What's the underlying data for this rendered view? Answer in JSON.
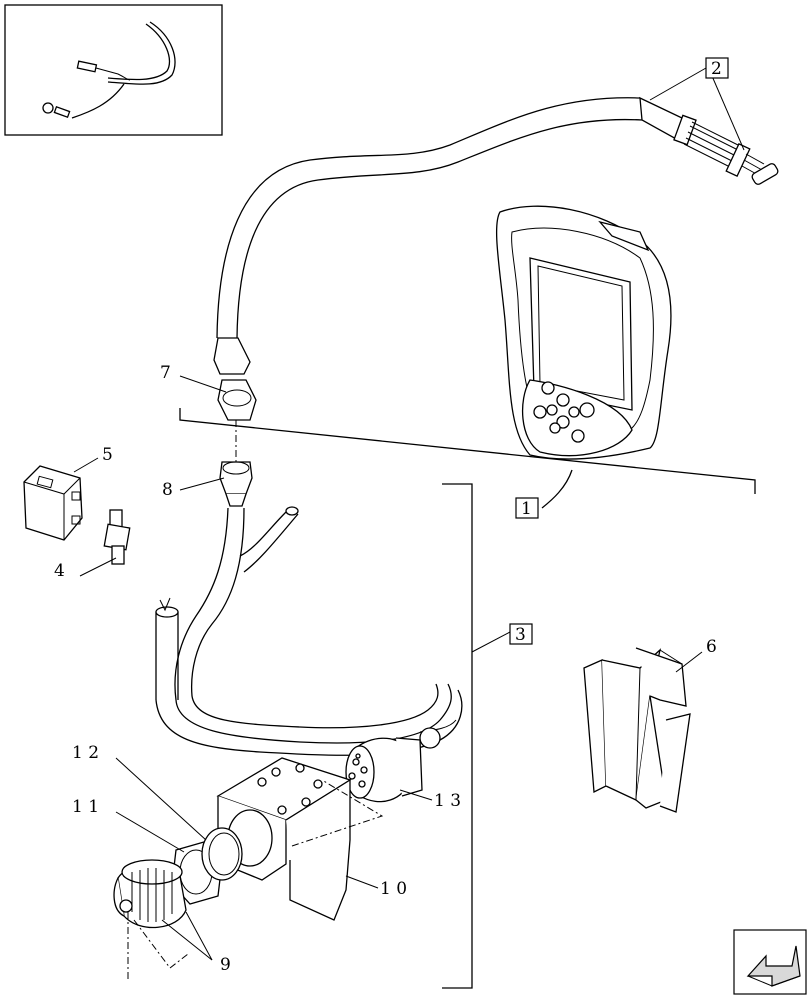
{
  "callouts": {
    "c1": "1",
    "c2": "2",
    "c3": "3",
    "c4": "4",
    "c5": "5",
    "c6": "6",
    "c7": "7",
    "c8": "8",
    "c9": "9",
    "c10": "1 0",
    "c11": "1 1",
    "c12": "1 2",
    "c13": "1 3"
  },
  "icons": {
    "inset": "wire-detail-inset",
    "nav": "next-page-arrow-icon"
  }
}
